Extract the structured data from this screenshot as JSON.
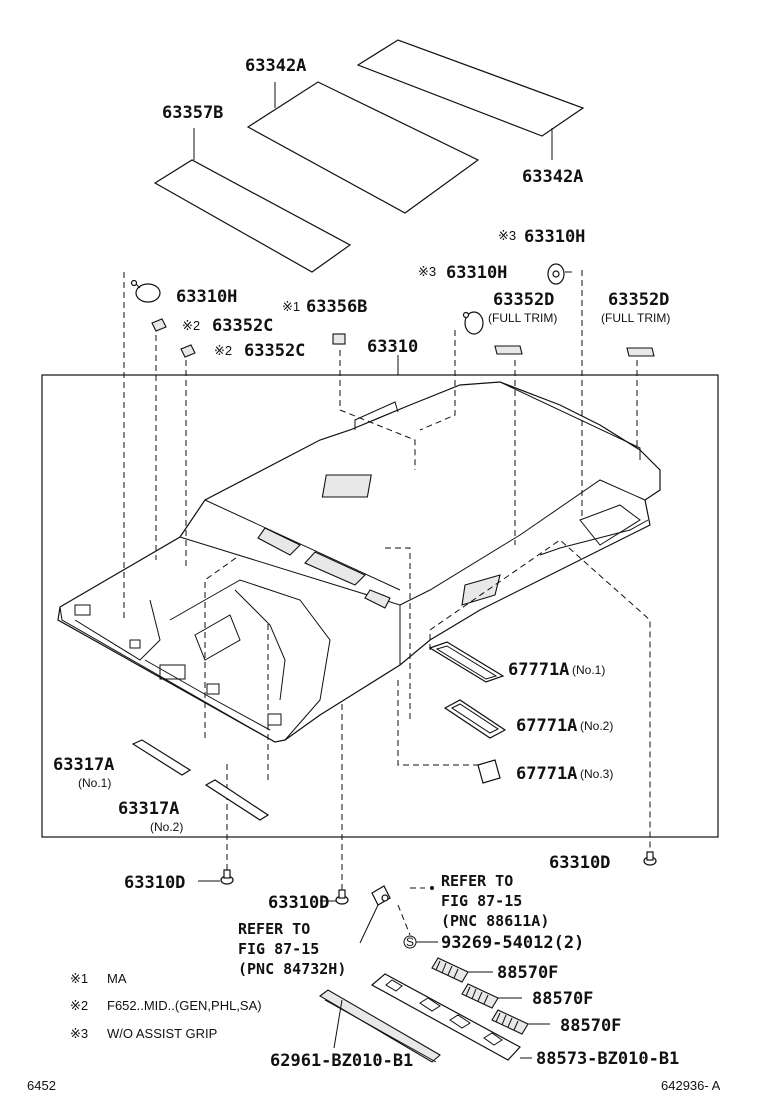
{
  "labels": {
    "p_63342A_top": "63342A",
    "p_63357B": "63357B",
    "p_63342A_right": "63342A",
    "p_63310H_a": "63310H",
    "p_63310H_b": "63310H",
    "p_63310H_left": "63310H",
    "p_63356B": "63356B",
    "p_63352C_a": "63352C",
    "p_63352C_b": "63352C",
    "p_63352D_a": "63352D",
    "p_63352D_b": "63352D",
    "full_trim_a": "(FULL TRIM)",
    "full_trim_b": "(FULL TRIM)",
    "p_63310": "63310",
    "p_67771A_1": "67771A",
    "p_67771A_1_sub": "(No.1)",
    "p_67771A_2": "67771A",
    "p_67771A_2_sub": "(No.2)",
    "p_67771A_3": "67771A",
    "p_67771A_3_sub": "(No.3)",
    "p_63317A_1": "63317A",
    "p_63317A_1_sub": "(No.1)",
    "p_63317A_2": "63317A",
    "p_63317A_2_sub": "(No.2)",
    "p_63310D_right": "63310D",
    "p_63310D_left": "63310D",
    "p_63310D_mid": "63310D",
    "ref1_l1": "REFER TO",
    "ref1_l2": "FIG 87-15",
    "ref1_l3": "(PNC 88611A)",
    "ref2_l1": "REFER TO",
    "ref2_l2": "FIG 87-15",
    "ref2_l3": "(PNC 84732H)",
    "p_93269": "93269-54012(2)",
    "p_88570F_a": "88570F",
    "p_88570F_b": "88570F",
    "p_88570F_c": "88570F",
    "p_62961": "62961-BZ010-B1",
    "p_88573": "88573-BZ010-B1",
    "mark_1": "※1",
    "mark_2": "※2",
    "mark_3": "※3",
    "mark_2b": "※2",
    "mark_3b": "※3",
    "mark_1b": "※1",
    "mark_2c": "※2",
    "mark_3c": "※3",
    "circle_s": "S"
  },
  "legend": [
    {
      "mark": "※1",
      "text": "MA"
    },
    {
      "mark": "※2",
      "text": "F652..MID..(GEN,PHL,SA)"
    },
    {
      "mark": "※3",
      "text": "W/O ASSIST GRIP"
    }
  ],
  "footer": {
    "left": "6452",
    "right": "642936- A"
  }
}
